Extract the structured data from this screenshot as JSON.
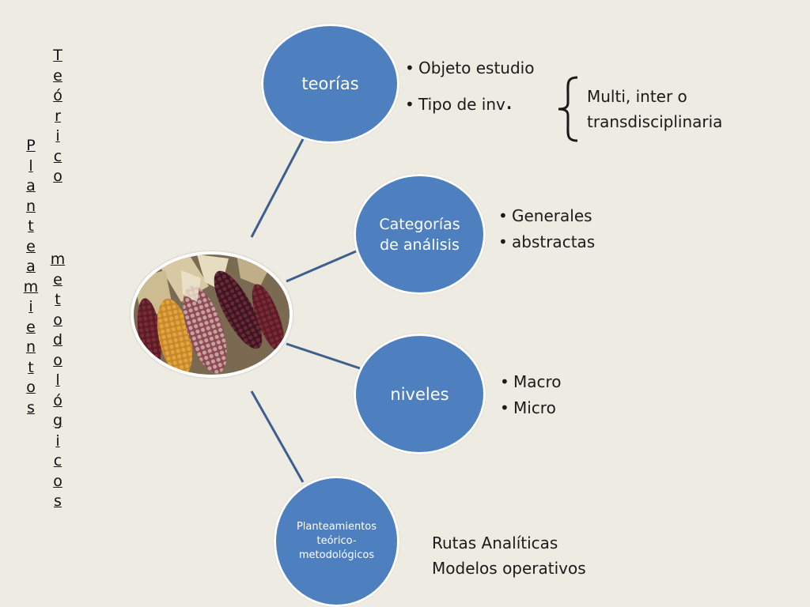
{
  "vertical_labels": {
    "left": [
      "P",
      "l",
      "a",
      "n",
      "t",
      "e",
      "a",
      "m",
      "i",
      "e",
      "n",
      "t",
      "o",
      "s"
    ],
    "right_word1": [
      "T",
      "e",
      "ó",
      "r",
      "i",
      "c",
      "o"
    ],
    "right_word2": [
      "m",
      "e",
      "t",
      "o",
      "d",
      "o",
      "l",
      "ó",
      "g",
      "i",
      "c",
      "o",
      "s"
    ]
  },
  "image": {
    "icon": "corn-photo"
  },
  "nodes": {
    "teorias": "teorías",
    "categorias": "Categorías\nde análisis",
    "niveles": "niveles",
    "planteamientos": "Planteamientos\nteórico-\nmetodológicos"
  },
  "bullets": {
    "teorias": [
      "Objeto estudio",
      "Tipo de inv"
    ],
    "teorias_trailing_dot": ".",
    "categorias": [
      "Generales",
      "abstractas"
    ],
    "niveles": [
      "Macro",
      "Micro"
    ]
  },
  "notes": {
    "multi": [
      "Multi, inter o",
      "transdisciplinaria"
    ],
    "rutas": [
      "Rutas Analíticas",
      "Modelos operativos"
    ]
  },
  "colors": {
    "background": "#eeebe2",
    "node": "#4e7fbf",
    "connector": "#3d5f8f"
  }
}
